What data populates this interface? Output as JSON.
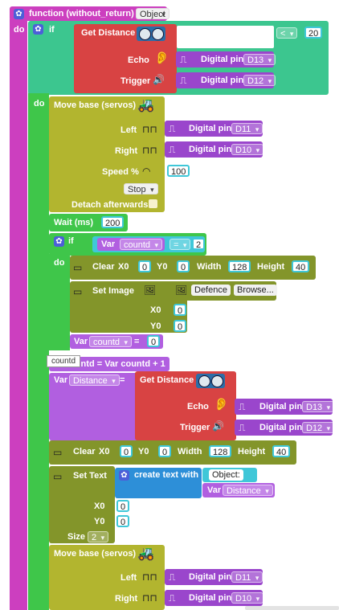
{
  "func": {
    "title": "function (without_return)",
    "type_field": "Object",
    "do": "do"
  },
  "if1": {
    "label": "if",
    "do": "do",
    "compare_op": "<",
    "compare_value": "20"
  },
  "get_distance": {
    "label": "Get Distance",
    "echo": "Echo",
    "trigger": "Trigger",
    "digital_pin": "Digital pin"
  },
  "pins": {
    "d13": "D13",
    "d12": "D12",
    "d11": "D11",
    "d10": "D10"
  },
  "move_base": {
    "label": "Move base (servos)",
    "left": "Left",
    "right": "Right",
    "speed": "Speed %",
    "speed_value": "100",
    "stop": "Stop",
    "detach": "Detach afterwards?"
  },
  "wait": {
    "label": "Wait (ms)",
    "value": "200"
  },
  "if2": {
    "label": "if",
    "do": "do",
    "var_label": "Var",
    "var_name": "countd",
    "op": "=",
    "value": "2"
  },
  "clear": {
    "label": "Clear",
    "x0": "X0",
    "y0": "Y0",
    "width": "Width",
    "height": "Height",
    "x0_value": "0",
    "y0_value": "0",
    "width_value": "128",
    "height_value": "40"
  },
  "set_image": {
    "label": "Set Image",
    "image_name": "Defence",
    "browse": "Browse...",
    "x0": "X0",
    "y0": "Y0",
    "x0_value": "0",
    "y0_value": "0"
  },
  "set_var": {
    "label": "Var",
    "name": "countd",
    "op": "=",
    "value": "0"
  },
  "tooltip": {
    "title": "countd",
    "text": "countd = Var countd + 1"
  },
  "var_distance": {
    "label": "Var",
    "name": "Distance",
    "op": "="
  },
  "set_text": {
    "label": "Set Text",
    "create": "create text with",
    "string": "Object:",
    "var_label": "Var",
    "var_name": "Distance",
    "x0": "X0",
    "y0": "Y0",
    "size": "Size",
    "x0_value": "0",
    "y0_value": "0",
    "size_value": "2"
  },
  "colors": {
    "magenta": "#cc3fbf",
    "green": "#3fc64a",
    "teal": "#3cc68f",
    "red": "#d84343",
    "purple": "#9a46cc",
    "olive": "#b2b52f",
    "darkolive": "#83952a",
    "cyan": "#3fc7d8",
    "blue": "#2d8fd8",
    "lavender": "#b15fe0"
  }
}
